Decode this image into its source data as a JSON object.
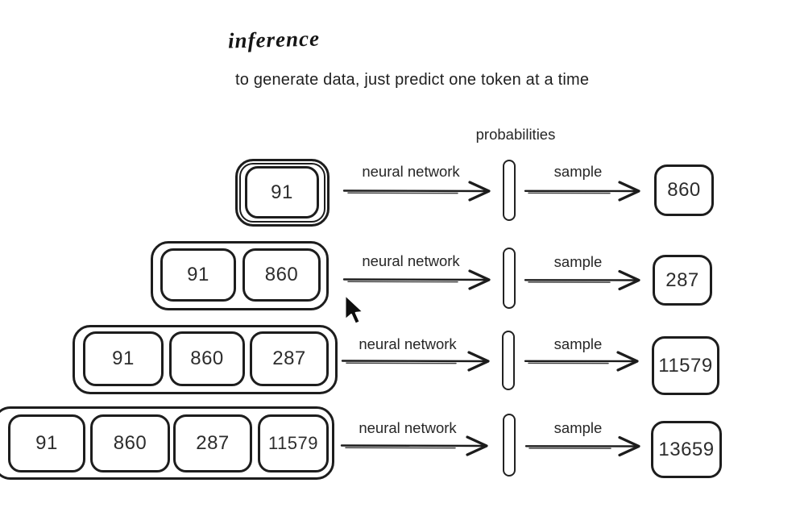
{
  "header": {
    "title": "inference",
    "subtitle": "to generate data, just predict one token at a time"
  },
  "column_labels": {
    "probabilities": "probabilities"
  },
  "icons": {
    "cursor": "arrow-pointer-cursor"
  },
  "colors": {
    "ink": "#1d1d1d",
    "background": "#ffffff"
  },
  "rows": [
    {
      "tokens": [
        "91"
      ],
      "nn_label": "neural network",
      "sample_label": "sample",
      "output": "860"
    },
    {
      "tokens": [
        "91",
        "860"
      ],
      "nn_label": "neural network",
      "sample_label": "sample",
      "output": "287"
    },
    {
      "tokens": [
        "91",
        "860",
        "287"
      ],
      "nn_label": "neural network",
      "sample_label": "sample",
      "output": "11579"
    },
    {
      "tokens": [
        "91",
        "860",
        "287",
        "11579"
      ],
      "nn_label": "neural network",
      "sample_label": "sample",
      "output": "13659"
    }
  ]
}
